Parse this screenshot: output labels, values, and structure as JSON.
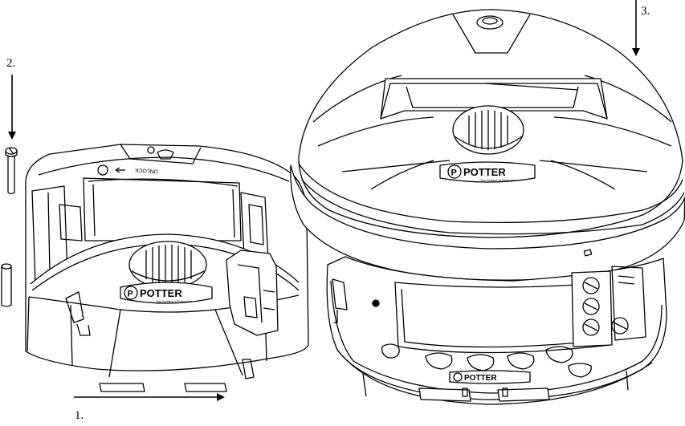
{
  "steps": {
    "step1": "1.",
    "step2": "2.",
    "step3": "3."
  },
  "left_device": {
    "brand": "POTTER",
    "tagline": "The Symbol of Protection",
    "unlock_label": "UNLOCK",
    "logo_letter": "P"
  },
  "right_device": {
    "cover_brand": "POTTER",
    "cover_tagline": "The Symbol of Protection",
    "base_brand": "POTTER",
    "logo_letter": "P"
  },
  "colors": {
    "line": "#000000",
    "fill": "#ffffff",
    "shade": "#f2f2f2"
  }
}
